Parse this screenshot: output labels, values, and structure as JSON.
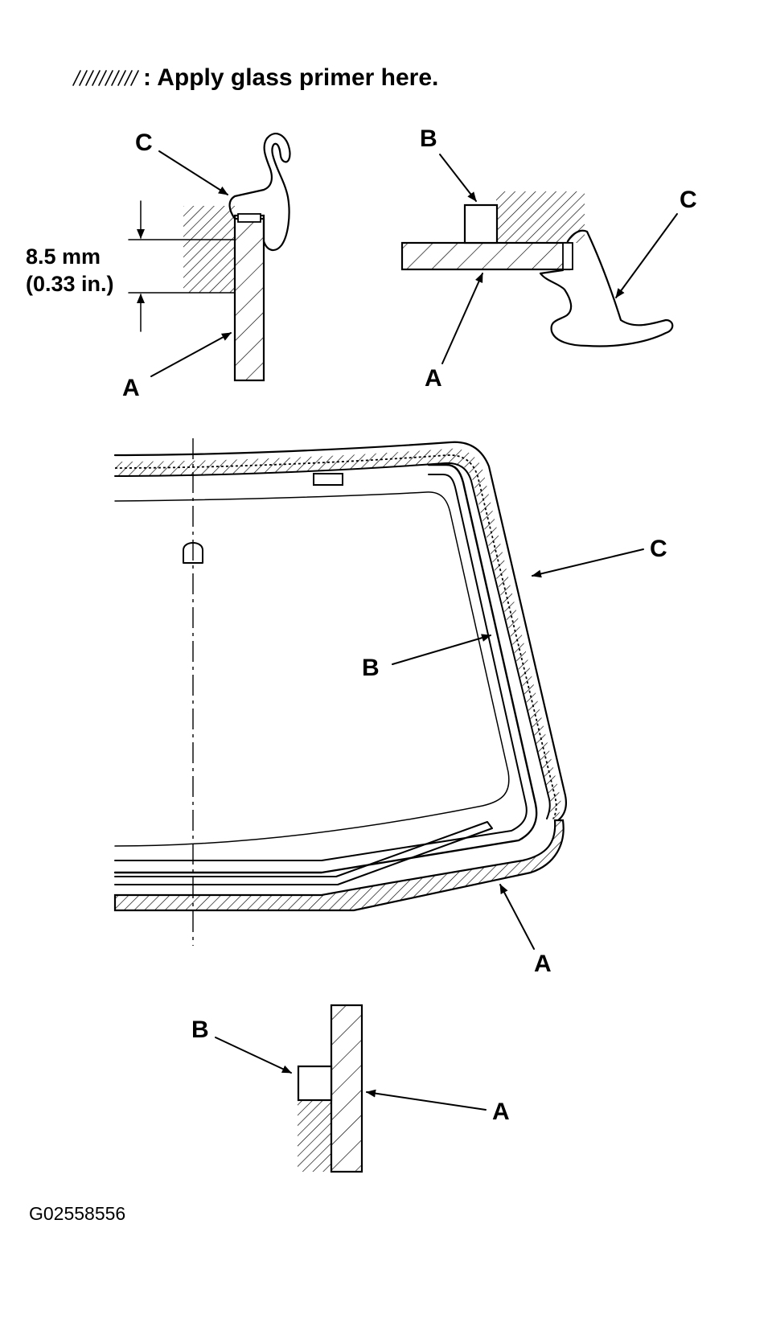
{
  "legend": {
    "text": ": Apply glass primer here."
  },
  "dimension": {
    "mm": "8.5 mm",
    "inch": "(0.33 in.)"
  },
  "labels": {
    "a": "A",
    "b": "B",
    "c": "C"
  },
  "figure_id": "G02558556"
}
